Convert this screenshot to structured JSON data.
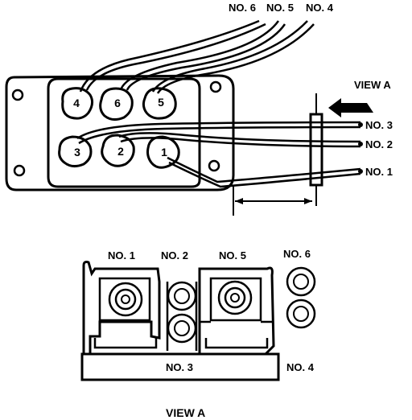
{
  "top_labels": {
    "wire6": "NO. 6",
    "wire5": "NO. 5",
    "wire4": "NO. 4"
  },
  "view_label": "VIEW A",
  "right_labels": {
    "wire3": "NO. 3",
    "wire2": "NO. 2",
    "wire1": "NO. 1"
  },
  "coils": [
    "4",
    "6",
    "5",
    "3",
    "2",
    "1"
  ],
  "bottom_labels": {
    "no1": "NO. 1",
    "no2": "NO. 2",
    "no5": "NO. 5",
    "no6": "NO. 6",
    "no3": "NO. 3",
    "no4": "NO. 4"
  },
  "caption": "VIEW A"
}
